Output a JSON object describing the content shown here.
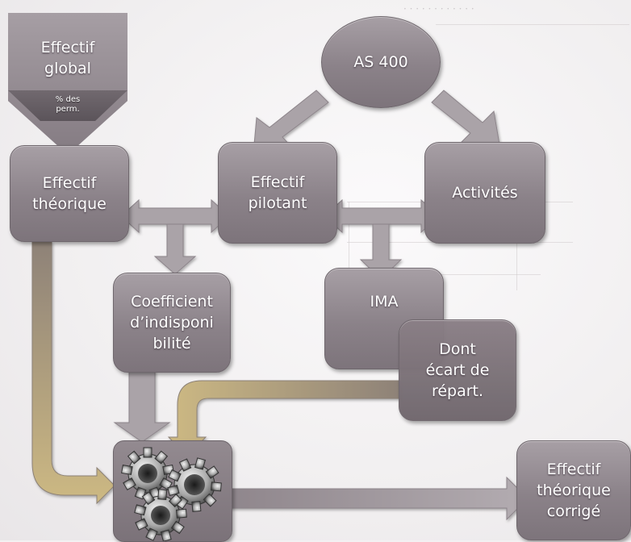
{
  "nodes": {
    "effectif_global": {
      "line1": "Effectif",
      "line2": "global"
    },
    "pct_perm": {
      "line1": "% des",
      "line2": "perm."
    },
    "as400": {
      "label": "AS 400"
    },
    "effectif_theorique": {
      "line1": "Effectif",
      "line2": "théorique"
    },
    "effectif_pilotant": {
      "line1": "Effectif",
      "line2": "pilotant"
    },
    "activites": {
      "label": "Activités"
    },
    "coefficient": {
      "line1": "Coefficient",
      "line2": "d’indisponi",
      "line3": "bilité"
    },
    "ima": {
      "label": "IMA"
    },
    "dont_ecart": {
      "line1": "Dont",
      "line2": "écart de",
      "line3": "répart."
    },
    "effectif_corrige": {
      "line1": "Effectif",
      "line2": "théorique",
      "line3": "corrigé"
    }
  },
  "colors": {
    "box": "#8b8289",
    "arrow_gray": "#a9a2a7",
    "arrow_gold": "#b8a779"
  },
  "icons": {
    "process": "gears-icon"
  }
}
